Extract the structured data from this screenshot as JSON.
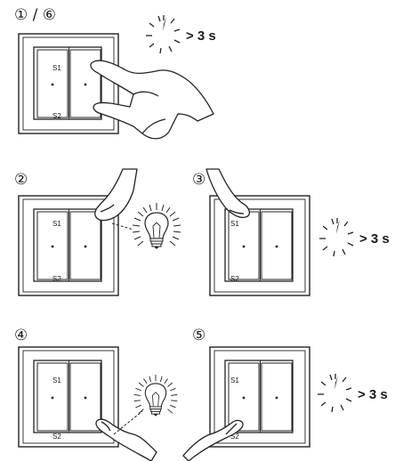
{
  "steps": [
    {
      "label": "① / ⑥",
      "time": "> 3 s",
      "s1": "S1",
      "s2": "S2"
    },
    {
      "label": "②",
      "s1": "S1",
      "s2": "S2"
    },
    {
      "label": "③",
      "time": "> 3 s",
      "s1": "S1",
      "s2": "S2"
    },
    {
      "label": "④",
      "s1": "S1",
      "s2": "S2"
    },
    {
      "label": "⑤",
      "time": "> 3 s",
      "s1": "S1",
      "s2": "S2"
    }
  ]
}
